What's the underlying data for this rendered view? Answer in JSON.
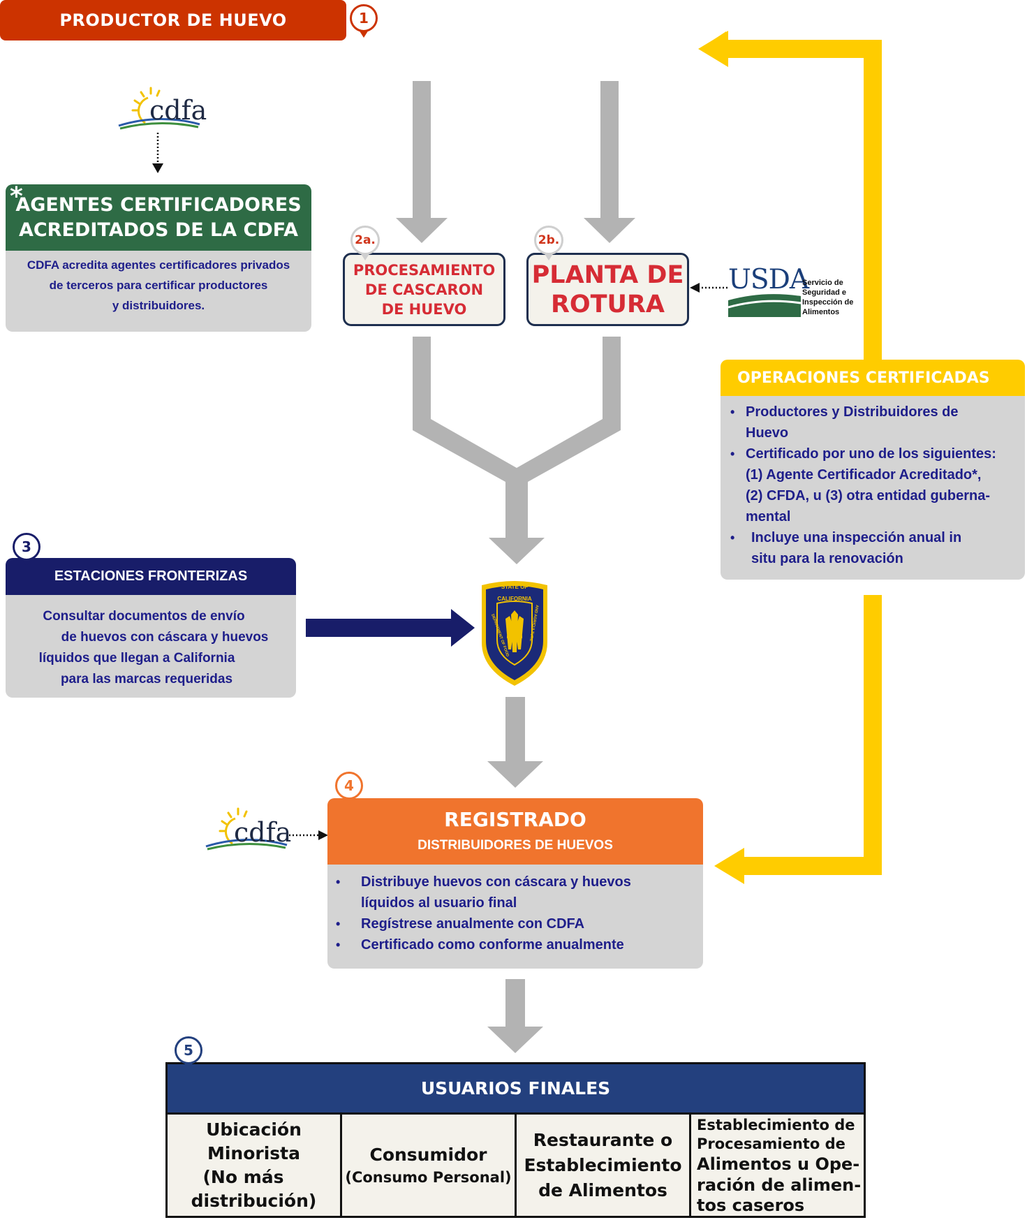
{
  "producer": {
    "badge": "1",
    "label": "PRODUCTOR  DE HUEVO"
  },
  "processing": {
    "shell": {
      "badge": "2a.",
      "lines": [
        "PROCESAMIENTO",
        "DE CASCARON",
        "DE HUEVO"
      ]
    },
    "breaking": {
      "badge": "2b.",
      "lines": [
        "PLANTA DE",
        "ROTURA"
      ]
    }
  },
  "certifiers": {
    "asterisk": "*",
    "title_lines": [
      "AGENTES CERTIFICADORES",
      "ACREDITADOS DE LA CDFA"
    ],
    "body_lines": [
      "CDFA acredita agentes certificadores privados",
      "de terceros para certificar productores",
      "y distribuidores."
    ]
  },
  "certified_operations": {
    "title": "OPERACIONES CERTIFICADAS",
    "items": [
      [
        "Productores y Distribuidores de",
        "Huevo"
      ],
      [
        "Certificado por uno de los siguientes:",
        "(1) Agente Certificador Acreditado*,",
        "(2) CFDA,  u (3) otra entidad guberna-",
        "mental"
      ],
      [
        "Incluye una inspección anual in",
        "situ para la renovación"
      ]
    ]
  },
  "border_stations": {
    "badge": "3",
    "title": "ESTACIONES FRONTERIZAS",
    "body_lines": [
      "Consultar documentos de envío",
      "de huevos con cáscara y huevos",
      "líquidos que llegan a California",
      "para las marcas requeridas"
    ]
  },
  "registered": {
    "badge": "4",
    "title": "REGISTRADO",
    "subtitle": "DISTRIBUIDORES DE HUEVOS",
    "items": [
      [
        "Distribuye huevos con cáscara y huevos",
        "líquidos al usuario final"
      ],
      [
        "Regístrese anualmente con CDFA"
      ],
      [
        "Certificado como conforme anualmente"
      ]
    ]
  },
  "end_users": {
    "badge": "5",
    "title": "USUARIOS FINALES",
    "cells": [
      {
        "lines": [
          "Ubicación",
          "Minorista",
          "(No más",
          "distribución)"
        ]
      },
      {
        "lines": [
          "Consumidor",
          "(Consumo Personal)"
        ]
      },
      {
        "lines": [
          "Restaurante o",
          "Establecimiento",
          "de Alimentos"
        ]
      },
      {
        "lines": [
          "Establecimiento de",
          "Procesamiento de",
          "Alimentos u Ope-",
          "ración de alimen-",
          "tos caseros"
        ]
      }
    ]
  },
  "logos": {
    "cdfa_word": "cdfa",
    "usda_word": "USDA",
    "usda_agency_lines": [
      "Servicio de",
      "Seguridad e",
      "Inspección de",
      "Alimentos"
    ],
    "seal_top_text": "STATE OF",
    "seal_inner_text": "CALIFORNIA",
    "seal_ring_left": "DEPARTMENT OF FOOD",
    "seal_ring_right": "AND AGRICULTURE"
  },
  "colors": {
    "producer": "#cc3300",
    "processing_text": "#d62c35",
    "certifiers_green": "#2e6b45",
    "certified_yellow": "#ffcc00",
    "border_navy": "#181d69",
    "registered_orange": "#f0742d",
    "end_users_blue": "#23407e",
    "flow_gray": "#b3b3b3",
    "body_text": "#1e1e8a"
  }
}
